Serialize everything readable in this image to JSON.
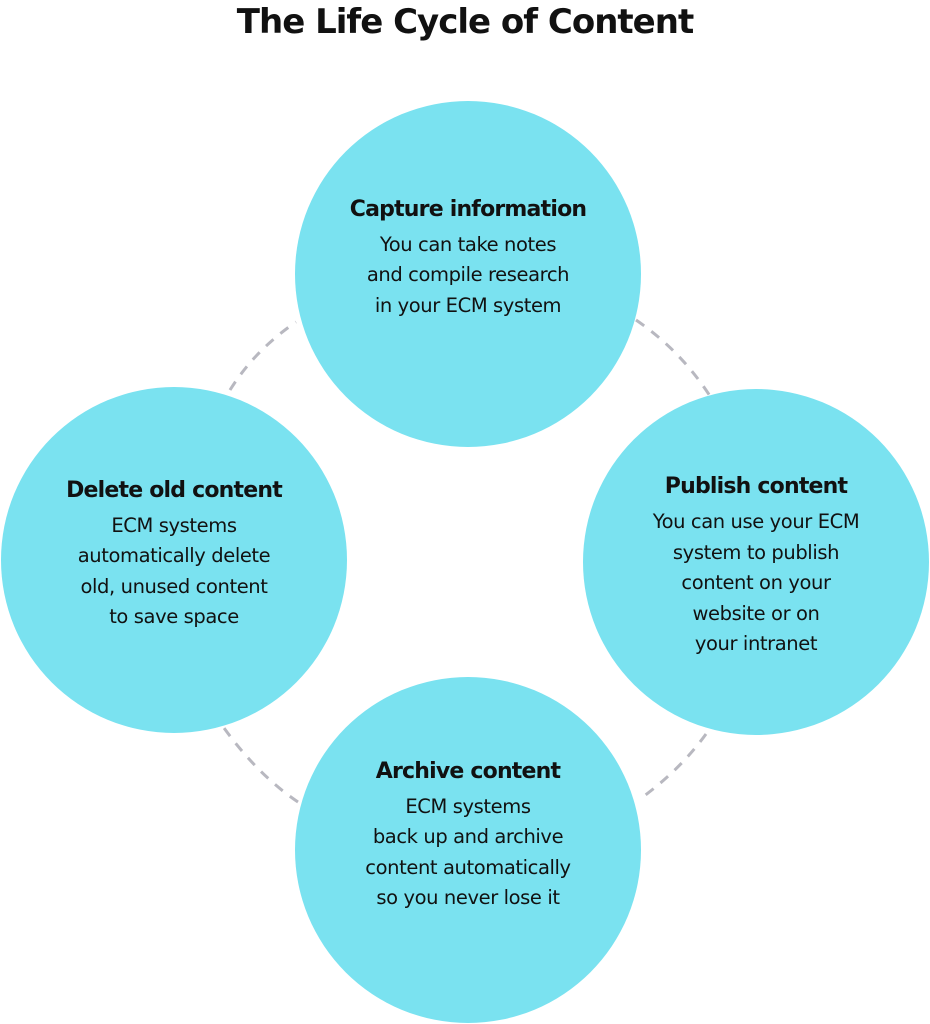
{
  "title": "The Life Cycle of Content",
  "colors": {
    "circle_fill": "#7ae2f0",
    "connector": "#b8b8c0",
    "text": "#111111"
  },
  "stages": [
    {
      "id": "capture",
      "heading": "Capture information",
      "body": "You can take notes\nand compile research\nin your ECM system"
    },
    {
      "id": "publish",
      "heading": "Publish content",
      "body": "You can use your ECM\nsystem to publish\ncontent on your\nwebsite or on\nyour intranet"
    },
    {
      "id": "archive",
      "heading": "Archive content",
      "body": "ECM systems\nback up and archive\ncontent automatically\nso you never lose it"
    },
    {
      "id": "delete",
      "heading": "Delete old content",
      "body": "ECM systems\nautomatically delete\nold, unused content\nto save space"
    }
  ]
}
